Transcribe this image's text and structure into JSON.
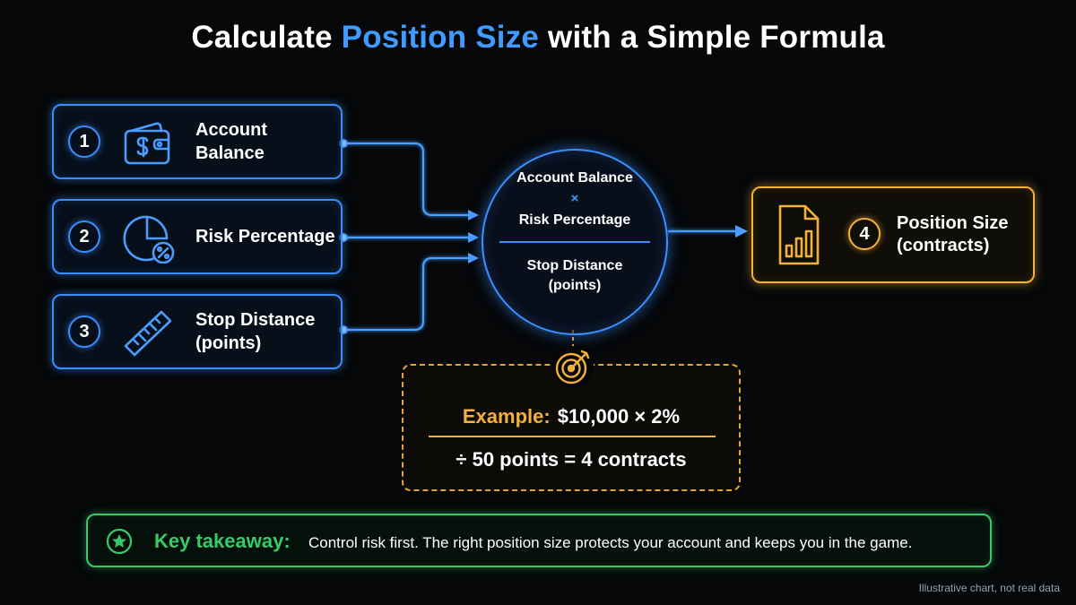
{
  "title": {
    "prefix": "Calculate",
    "highlight": "Position Size",
    "suffix": "with a Simple Formula"
  },
  "inputs": [
    {
      "number": "1",
      "icon": "wallet-icon",
      "label_lines": [
        "Account Balance"
      ]
    },
    {
      "number": "2",
      "icon": "pie-percent-icon",
      "label_lines": [
        "Risk Percentage"
      ]
    },
    {
      "number": "3",
      "icon": "ruler-icon",
      "label_lines": [
        "Stop Distance",
        "(points)"
      ]
    }
  ],
  "formula": {
    "numerator_1": "Account Balance",
    "operator": "×",
    "numerator_2": "Risk Percentage",
    "denominator_1": "Stop Distance",
    "denominator_2": "(points)"
  },
  "result": {
    "number": "4",
    "icon": "document-chart-icon",
    "label_lines": [
      "Position Size",
      "(contracts)"
    ]
  },
  "example": {
    "icon": "target-icon",
    "label": "Example:",
    "line1": "$10,000 × 2%",
    "line2": "÷ 50 points = 4 contracts"
  },
  "takeaway": {
    "icon": "star-icon",
    "label": "Key takeaway:",
    "text": "Control risk first. The right position size protects your account and keeps you in the game."
  },
  "footnote": "Illustrative chart, not real data",
  "colors": {
    "blue": "#3b8eff",
    "title_accent": "#3f9bff",
    "gold": "#f3b13a",
    "green": "#37c96a",
    "background": "#050709"
  }
}
